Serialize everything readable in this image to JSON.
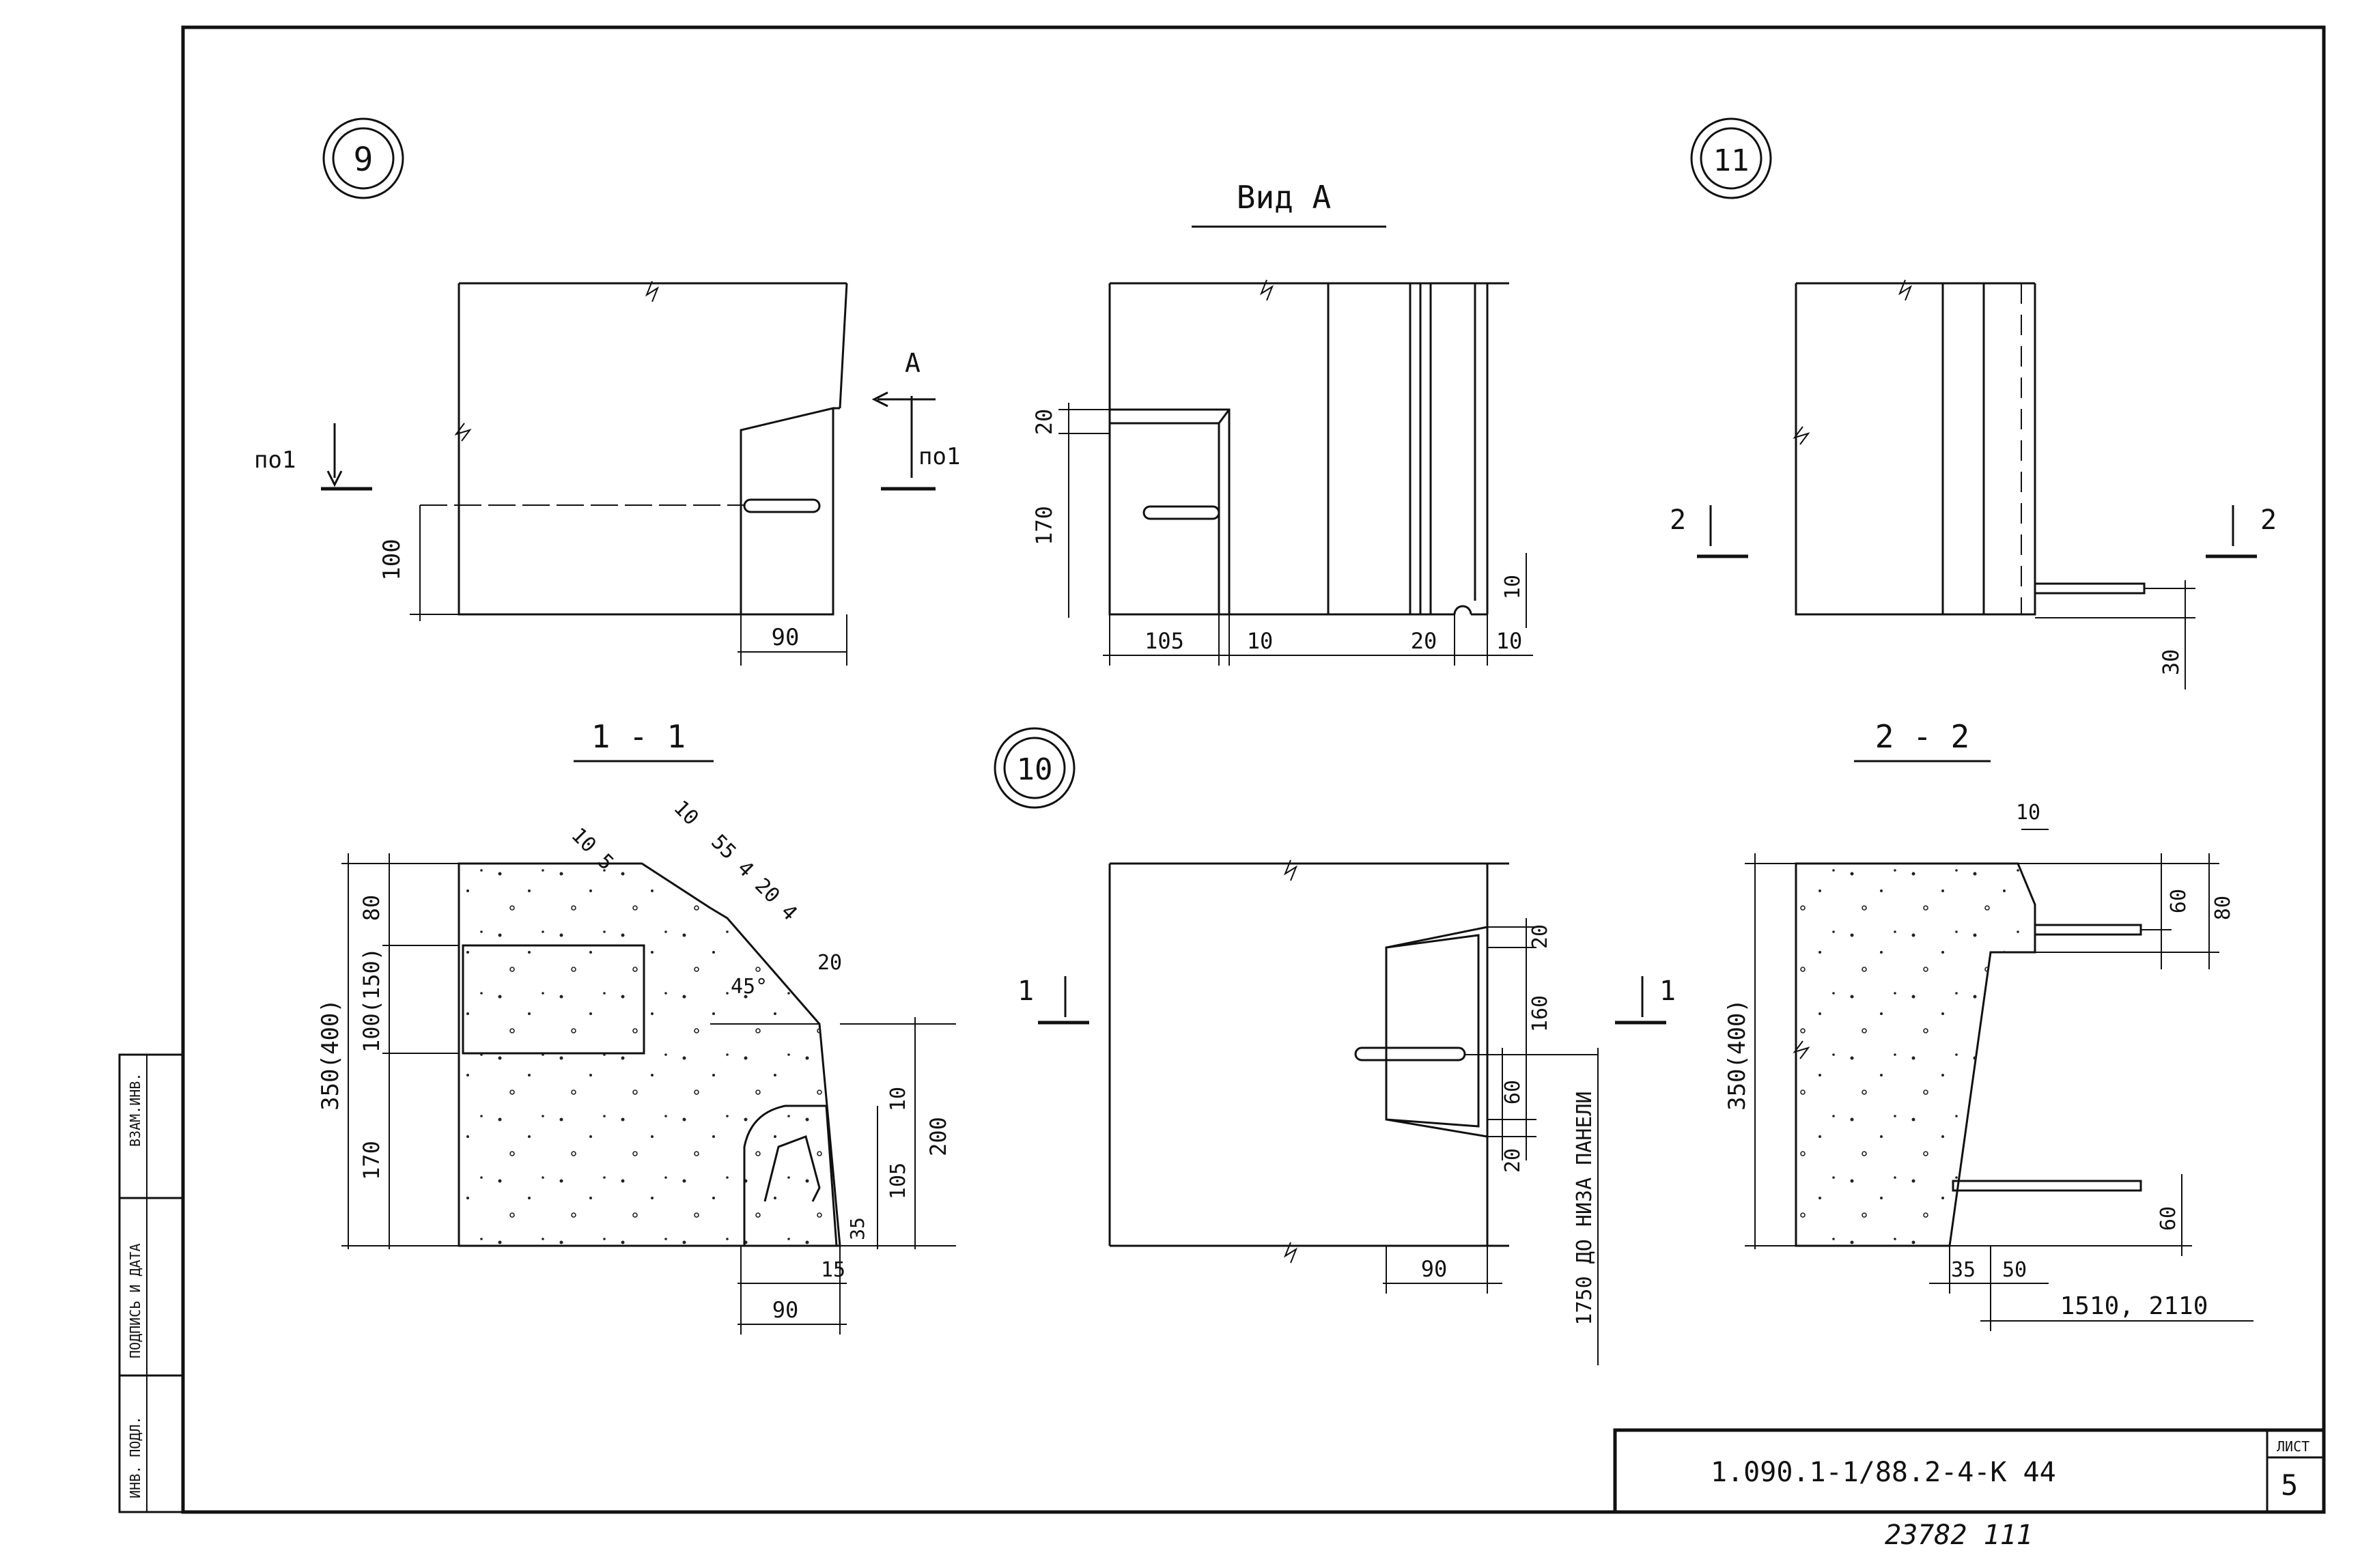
{
  "title_block": {
    "doc_code": "1.090.1-1/88.2-4-К 44",
    "sheet_label": "ЛИСТ",
    "sheet_number": "5",
    "bottom_note": "23782  111"
  },
  "side_stamp": {
    "inv_podl": "ИНВ. ПОДЛ.",
    "podpis_data": "ПОДПИСЬ И ДАТА",
    "vzam_inv": "ВЗАМ.ИНВ."
  },
  "markers": {
    "m9": "9",
    "m10": "10",
    "m11": "11"
  },
  "view_titles": {
    "vid_a": "Вид А",
    "sec_1_1": "1 - 1",
    "sec_2_2": "2 - 2"
  },
  "labels": {
    "po1": "по1",
    "arrow_a": "А",
    "n1": "1",
    "n2": "2",
    "angle": "45°",
    "do_niza": "1750 ДО НИЗА ПАНЕЛИ"
  },
  "dims": {
    "d100": "100",
    "d90": "90",
    "d20": "20",
    "d170": "170",
    "d105": "105",
    "d10": "10",
    "d30": "30",
    "d350_400": "350(400)",
    "d80": "80",
    "d100_150": "100(150)",
    "d10_5": "10 5",
    "d55_4_20_4": "55 4 20 4",
    "d200": "200",
    "d35": "35",
    "d15": "15",
    "d160": "160",
    "d60": "60",
    "d50": "50",
    "d1510_2110": "1510, 2110"
  },
  "colors": {
    "ink": "#111111",
    "paper": "#ffffff"
  }
}
